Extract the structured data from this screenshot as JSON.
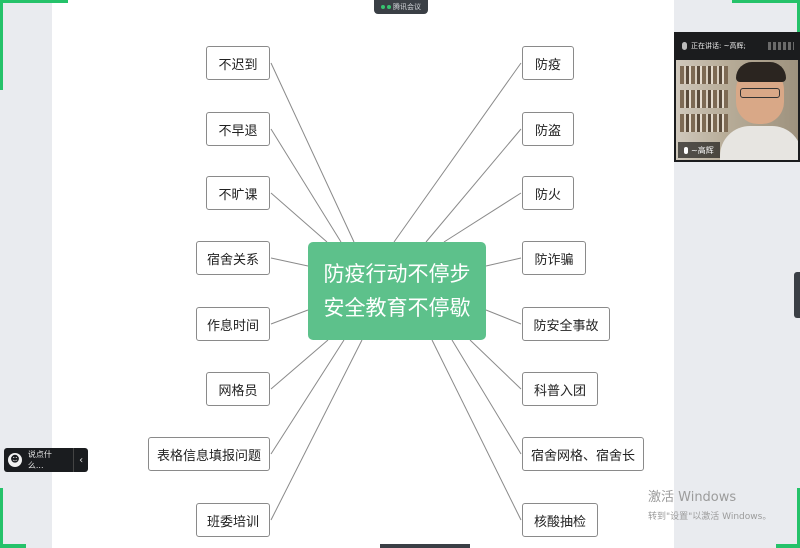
{
  "meeting": {
    "app_label": "腾讯会议",
    "speaking_label": "正在讲话: ~高辉;",
    "participant_name": "~高辉",
    "chat_placeholder": "说点什么...",
    "chat_collapse_glyph": "‹",
    "smiley_glyph": "☻"
  },
  "mindmap": {
    "center_line1": "防疫行动不停步",
    "center_line2": "安全教育不停歇",
    "left_nodes": [
      "不迟到",
      "不早退",
      "不旷课",
      "宿舍关系",
      "作息时间",
      "网格员",
      "表格信息填报问题",
      "班委培训"
    ],
    "right_nodes": [
      "防疫",
      "防盗",
      "防火",
      "防诈骗",
      "防安全事故",
      "科普入团",
      "宿舍网格、宿舍长",
      "核酸抽检"
    ]
  },
  "windows_watermark": {
    "line1": "激活 Windows",
    "line2": "转到\"设置\"以激活 Windows。"
  },
  "colors": {
    "center_fill": "#5dc18b",
    "accent_green": "#25c26a",
    "connector": "#8a8a8a"
  }
}
